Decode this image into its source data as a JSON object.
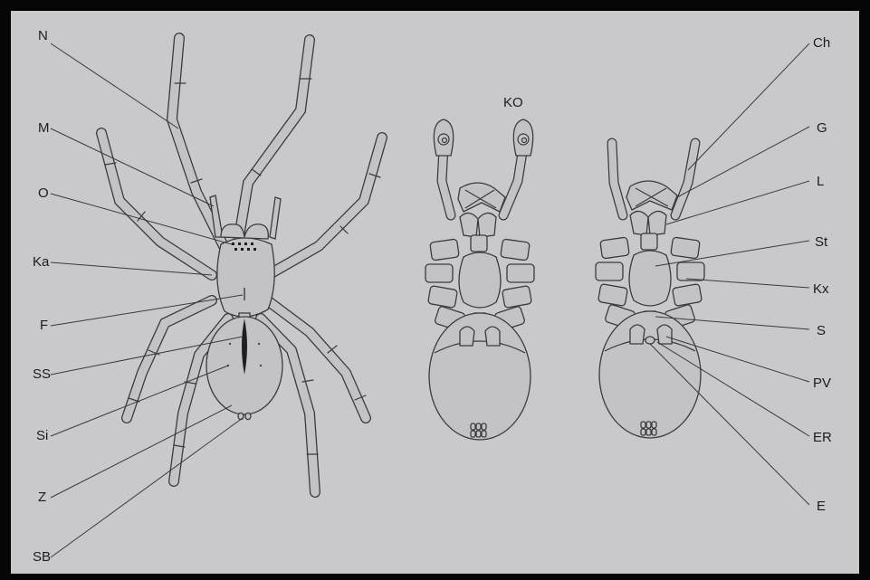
{
  "title": "KO",
  "colors": {
    "paper": "#c9c9cb",
    "ink": "#3b3b3d",
    "body_fill": "#c3c3c5",
    "frame": "#050505"
  },
  "labels_left": [
    "N",
    "M",
    "O",
    "Ka",
    "F",
    "SS",
    "Si",
    "Z",
    "SB"
  ],
  "labels_right": [
    "Ch",
    "G",
    "L",
    "St",
    "Kx",
    "S",
    "PV",
    "ER",
    "E"
  ],
  "figures": [
    "dorsal-view",
    "ventral-view-male",
    "ventral-view-female"
  ]
}
